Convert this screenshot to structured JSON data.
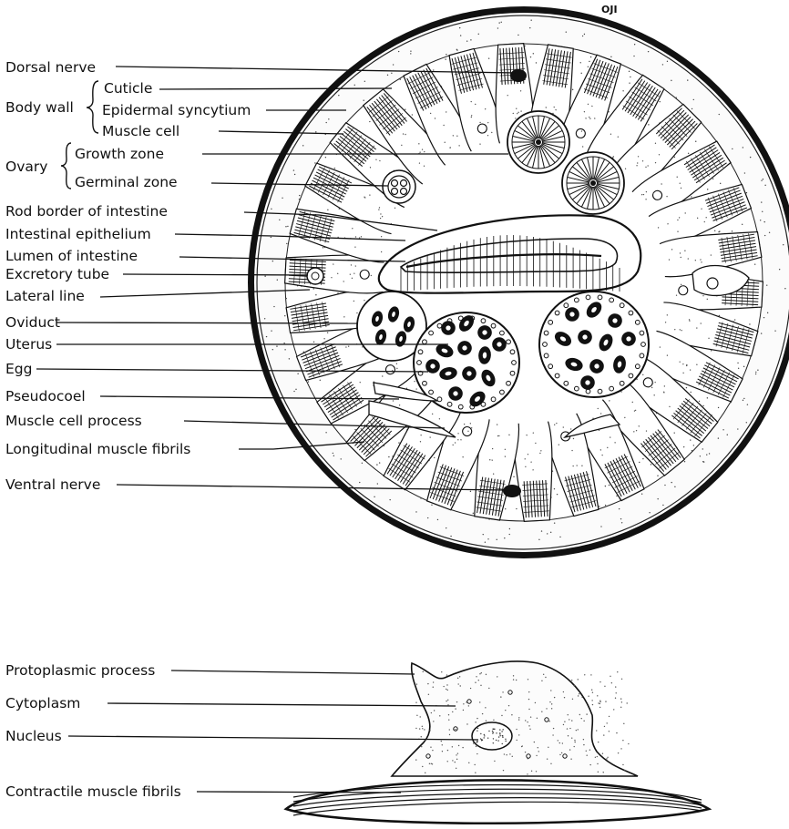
{
  "signature": "OJI",
  "cross_section": {
    "labels": {
      "dorsal_nerve": "Dorsal nerve",
      "body_wall": "Body wall",
      "cuticle": "Cuticle",
      "epidermal_syncytium": "Epidermal syncytium",
      "muscle_cell": "Muscle cell",
      "ovary": "Ovary",
      "growth_zone": "Growth zone",
      "germinal_zone": "Germinal zone",
      "rod_border": "Rod border of intestine",
      "intestinal_epithelium": "Intestinal epithelium",
      "lumen": "Lumen of intestine",
      "excretory_tube": "Excretory tube",
      "lateral_line": "Lateral line",
      "oviduct": "Oviduct",
      "uterus": "Uterus",
      "egg": "Egg",
      "pseudocoel": "Pseudocoel",
      "muscle_cell_process": "Muscle cell process",
      "longitudinal_fibrils": "Longitudinal muscle fibrils",
      "ventral_nerve": "Ventral nerve"
    }
  },
  "muscle_cell_detail": {
    "labels": {
      "protoplasmic_process": "Protoplasmic process",
      "cytoplasm": "Cytoplasm",
      "nucleus": "Nucleus",
      "contractile_fibrils": "Contractile muscle fibrils"
    }
  }
}
